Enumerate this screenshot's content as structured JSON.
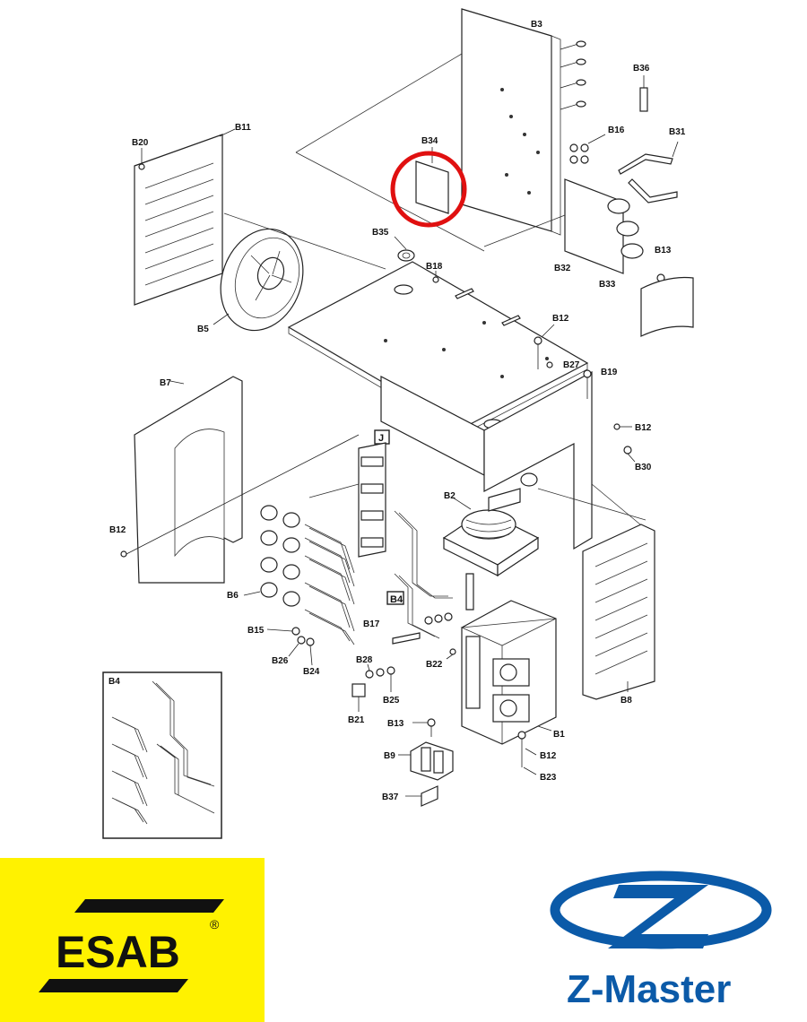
{
  "labels": {
    "B3": "B3",
    "B36": "B36",
    "B16": "B16",
    "B31": "B31",
    "B34": "B34",
    "B32": "B32",
    "B13a": "B13",
    "B33": "B33",
    "B20": "B20",
    "B11": "B11",
    "B35": "B35",
    "B18": "B18",
    "B12a": "B12",
    "B27": "B27",
    "B19": "B19",
    "B5": "B5",
    "B7": "B7",
    "B12b": "B12",
    "B30": "B30",
    "J": "J",
    "B2": "B2",
    "B12c": "B12",
    "B6": "B6",
    "B4box": "B4",
    "B17": "B17",
    "B15": "B15",
    "B26": "B26",
    "B24": "B24",
    "B28": "B28",
    "B22": "B22",
    "B25": "B25",
    "B21": "B21",
    "B8": "B8",
    "B1": "B1",
    "B13b": "B13",
    "B12d": "B12",
    "B9": "B9",
    "B23": "B23",
    "B37": "B37",
    "B4inset": "B4"
  },
  "highlight_color": "#e01010",
  "logos": {
    "esab": {
      "text": "ESAB",
      "mark": "®",
      "bg": "#fff200"
    },
    "zmaster": {
      "text": "Z-Master",
      "color": "#0b5aa8"
    }
  }
}
